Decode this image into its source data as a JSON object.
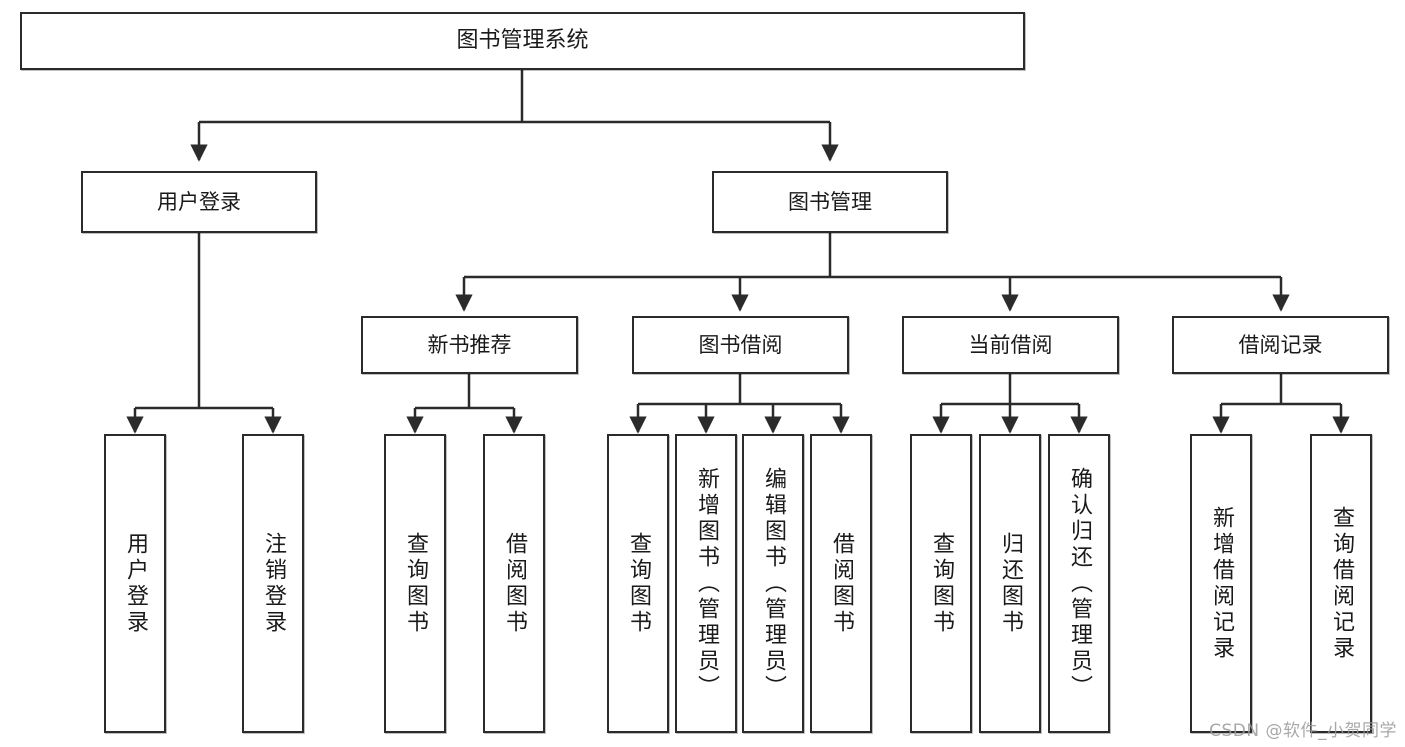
{
  "diagram": {
    "title": "图书管理系统",
    "type": "tree-structure-chart",
    "watermark": "CSDN @软件_小贺同学",
    "colors": {
      "box_border": "#2b2b2b",
      "box_fill": "#ffffff",
      "edge": "#2b2b2b",
      "text": "#1a1a1a",
      "watermark": "#9a9a9a"
    },
    "root": {
      "label": "图书管理系统"
    },
    "level2": [
      {
        "label": "用户登录"
      },
      {
        "label": "图书管理"
      }
    ],
    "level3": [
      {
        "label": "新书推荐"
      },
      {
        "label": "图书借阅"
      },
      {
        "label": "当前借阅"
      },
      {
        "label": "借阅记录"
      }
    ],
    "leaves": {
      "user_login": [
        {
          "label": "用户登录"
        },
        {
          "label": "注销登录"
        }
      ],
      "new_book_recommend": [
        {
          "label": "查询图书"
        },
        {
          "label": "借阅图书"
        }
      ],
      "book_borrow": [
        {
          "label": "查询图书"
        },
        {
          "label": "新增图书（管理员）"
        },
        {
          "label": "编辑图书（管理员）"
        },
        {
          "label": "借阅图书"
        }
      ],
      "current_borrow": [
        {
          "label": "查询图书"
        },
        {
          "label": "归还图书"
        },
        {
          "label": "确认归还（管理员）"
        }
      ],
      "borrow_record": [
        {
          "label": "新增借阅记录"
        },
        {
          "label": "查询借阅记录"
        }
      ]
    }
  }
}
